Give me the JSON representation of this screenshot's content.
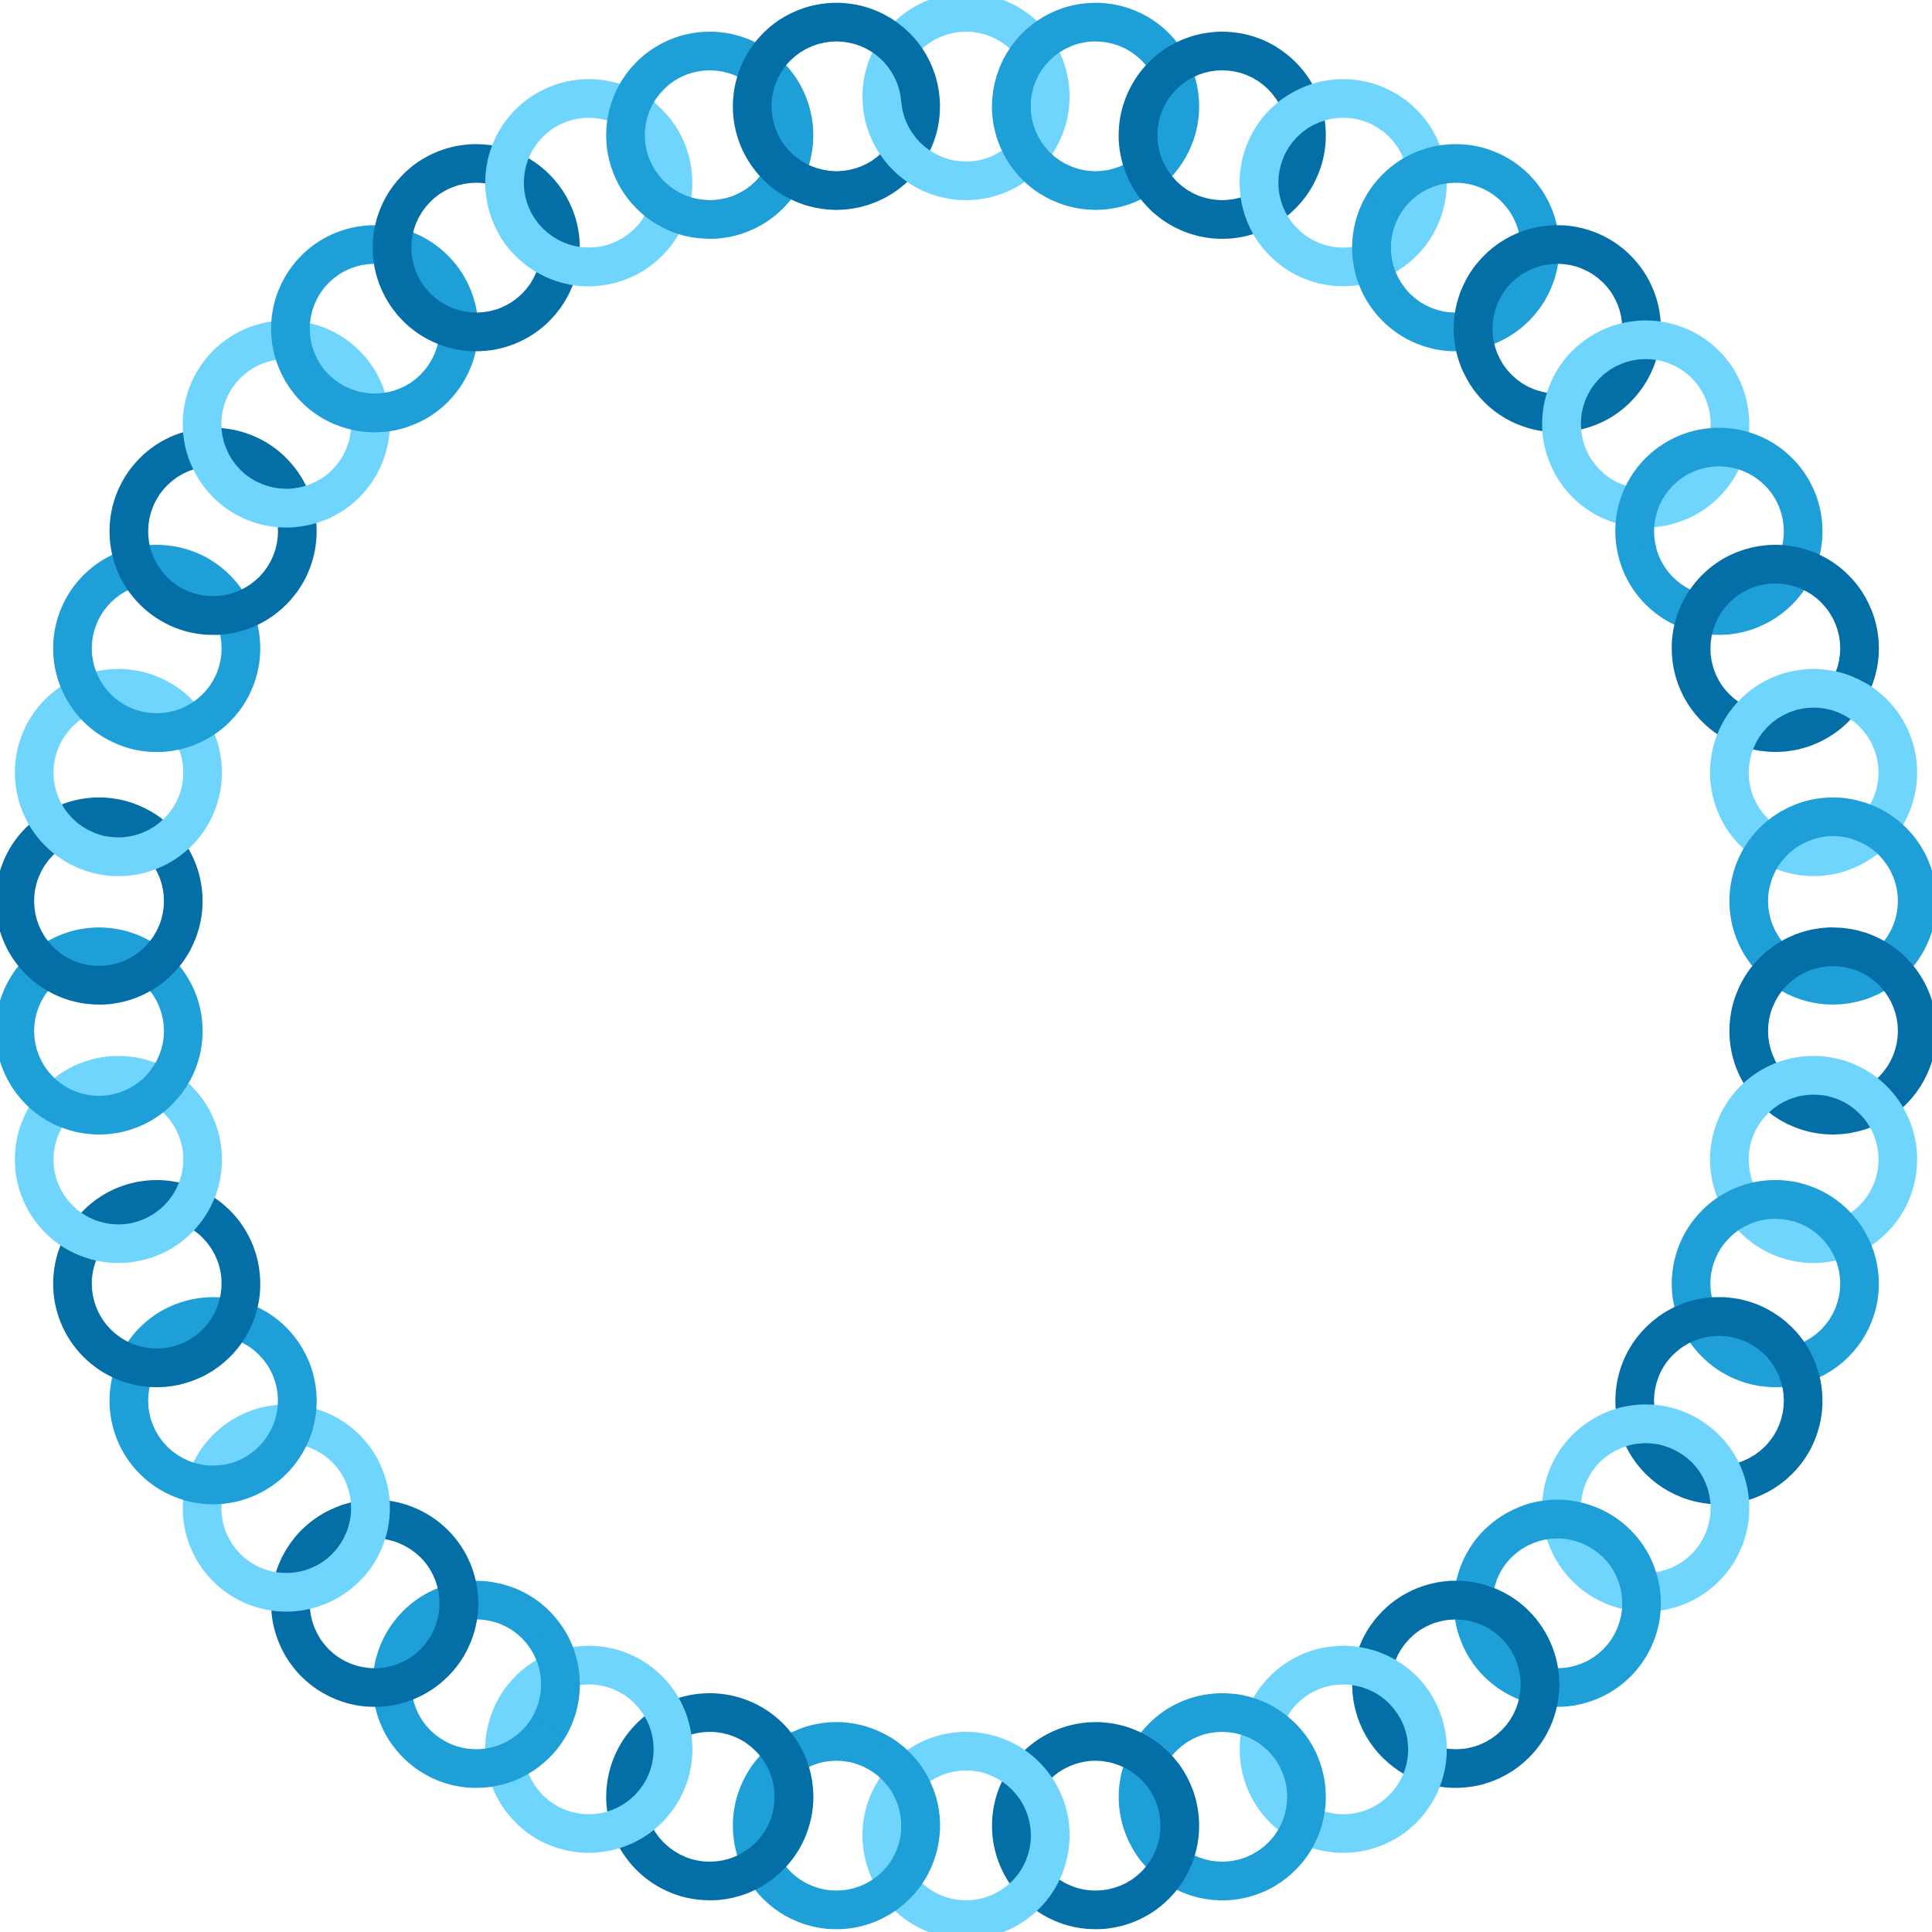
{
  "palette": {
    "background": "#ffffff",
    "dark": "#046ea6",
    "medium": "#1e9fd8",
    "light": "#6fd5fd"
  },
  "ring": {
    "count": 42,
    "color_sequence": [
      "light",
      "medium",
      "dark"
    ],
    "motif": "interlocking-chain-links"
  }
}
